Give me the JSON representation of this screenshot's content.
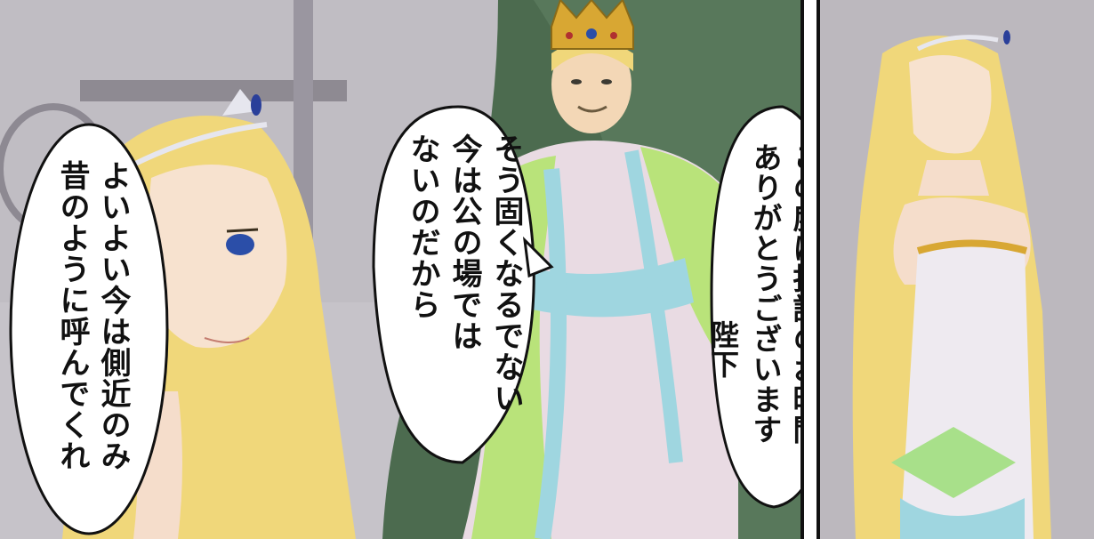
{
  "speech": {
    "princess_line1": "よいよい今は側近のみ",
    "princess_line2": "昔のように呼んでくれ",
    "king_line1": "そう固くなるでない",
    "king_line2": "今は公の場では",
    "king_line3": "ないのだから",
    "queen_line1": "この度は拝謁のお時間",
    "queen_line2": "ありがとうございます",
    "title_label": "陛下"
  },
  "colors": {
    "hair": "#f0d77a",
    "robe_green": "#b9e37a",
    "robe_pink": "#e9dbe3",
    "sash_blue": "#9fd6e0",
    "background": "#b9b6bd"
  },
  "icons": [
    "crown-icon",
    "tiara-icon"
  ]
}
